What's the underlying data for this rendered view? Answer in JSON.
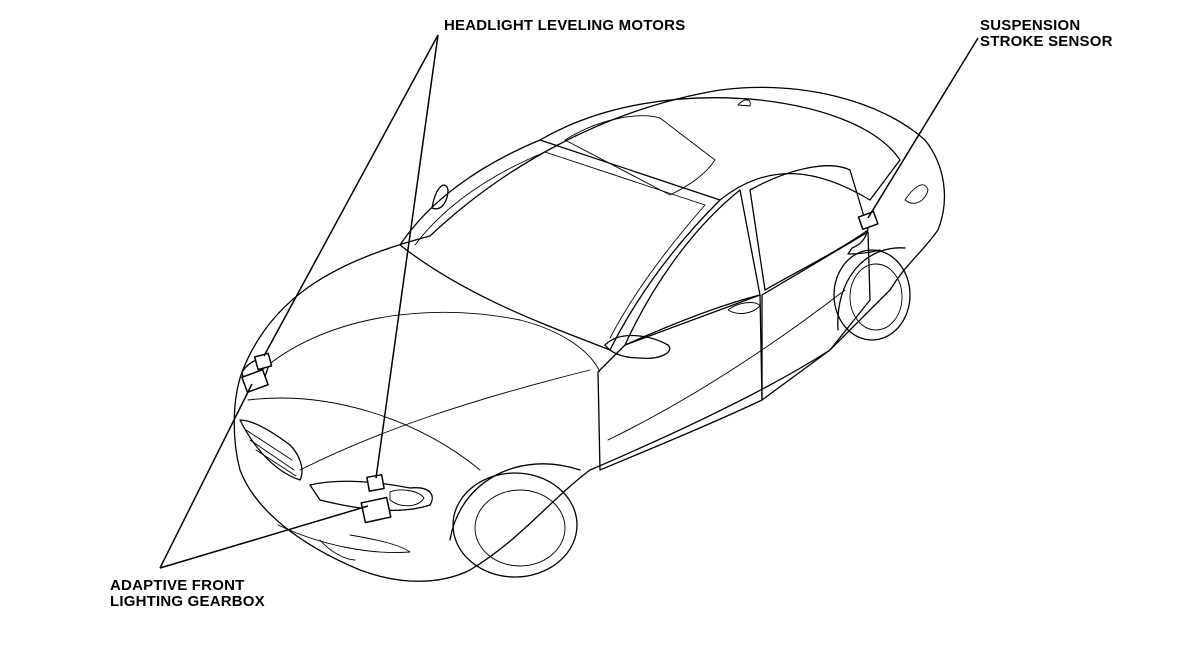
{
  "labels": {
    "headlight_leveling_motors": "HEADLIGHT LEVELING MOTORS",
    "suspension_stroke_sensor_line1": "SUSPENSION",
    "suspension_stroke_sensor_line2": "STROKE SENSOR",
    "afl_gearbox_line1": "ADAPTIVE FRONT",
    "afl_gearbox_line2": "LIGHTING GEARBOX"
  }
}
